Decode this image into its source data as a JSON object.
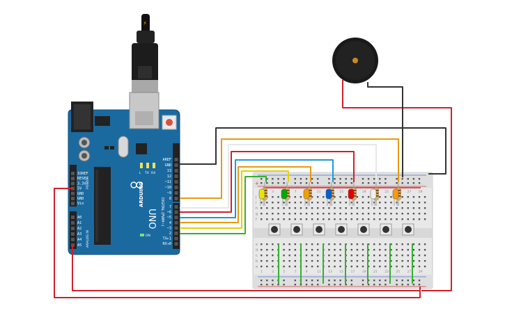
{
  "arduino": {
    "brand": "ARDUINO",
    "model": "UNO",
    "digital_header": "DIGITAL (PWM~)",
    "power_header": "POWER",
    "analog_header": "ANALOG IN",
    "on_label": "ON",
    "tx_label": "TX",
    "rx_label": "RX",
    "l_label": "L",
    "pins_top": [
      "AREF",
      "GND",
      "13",
      "12",
      "~11",
      "~10",
      "~9",
      "8"
    ],
    "pins_bottom": [
      "7",
      "~6",
      "~5",
      "4",
      "~3",
      "2",
      "TX▸1",
      "RX◂0"
    ],
    "power_pins": [
      "IOREF",
      "RESET",
      "3.3V",
      "5V",
      "GND",
      "GND",
      "Vin"
    ],
    "analog_pins": [
      "A0",
      "A1",
      "A2",
      "A3",
      "A4",
      "A5"
    ]
  },
  "breadboard": {
    "row_letters_top": [
      "j",
      "i",
      "h",
      "g",
      "f"
    ],
    "row_letters_bottom": [
      "e",
      "d",
      "c",
      "b",
      "a"
    ],
    "column_numbers": [
      "1",
      "3",
      "5",
      "7",
      "9",
      "11",
      "13",
      "15",
      "17",
      "19",
      "21",
      "23",
      "25",
      "27",
      "29"
    ],
    "rail_plus": "+",
    "rail_minus": "-"
  },
  "components": {
    "leds": [
      {
        "color": "#e6e600"
      },
      {
        "color": "#00aa00"
      },
      {
        "color": "#f0a000"
      },
      {
        "color": "#0060cc"
      },
      {
        "color": "#e00000"
      },
      {
        "color": "#f0f0f0"
      },
      {
        "color": "#ff9900"
      }
    ],
    "button_count": 7,
    "buzzer": "piezo"
  },
  "colors": {
    "board": "#1a6aa0",
    "wire_black": "#333333",
    "wire_orange": "#e89a10",
    "wire_red": "#d0202a",
    "wire_blue": "#1a9ad8",
    "wire_yellow": "#e8d000",
    "wire_green": "#36b030",
    "wire_white": "#e8e8e8",
    "breadboard": "#eeeeee"
  }
}
